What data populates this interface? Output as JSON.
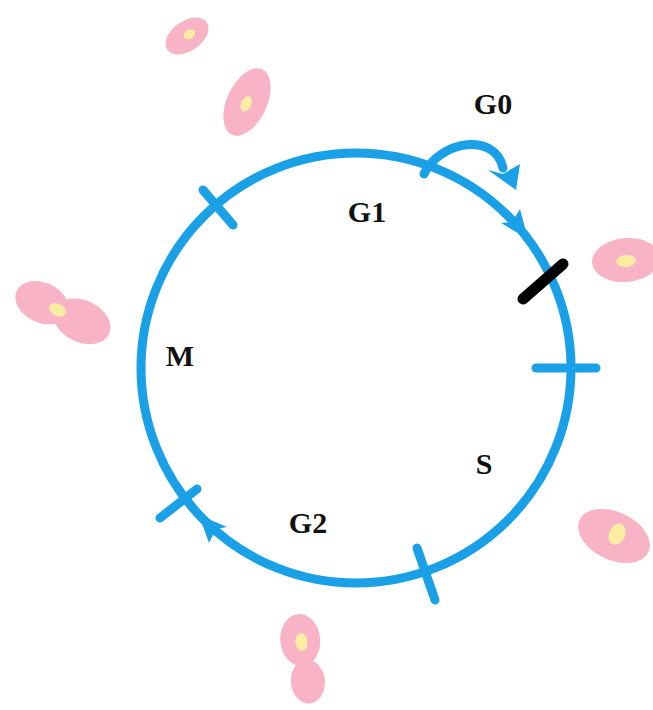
{
  "diagram": {
    "labels": [
      "G0",
      "G1",
      "M",
      "S",
      "G2"
    ]
  }
}
